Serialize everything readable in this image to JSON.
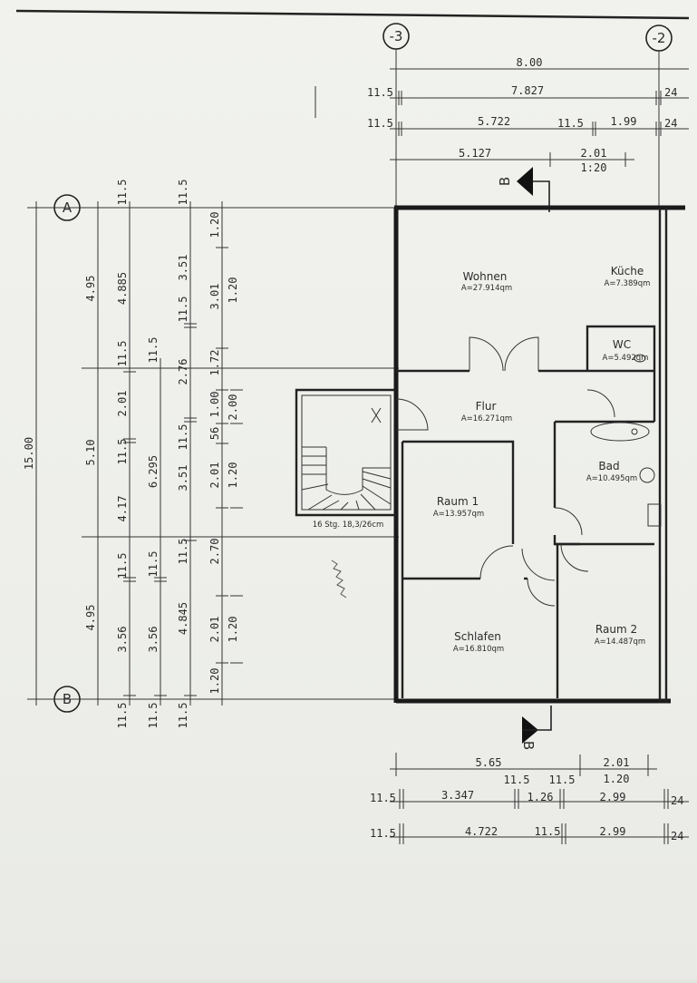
{
  "axes": {
    "top_left": "-3",
    "top_right": "-2",
    "left_top": "A",
    "left_bottom": "B"
  },
  "section_markers": {
    "top": "B",
    "bottom": "B"
  },
  "top_dimensions": {
    "row1_total": "8.00",
    "row2_left": "11.5",
    "row2_main": "7.827",
    "row2_right": "24",
    "row3_left": "11.5",
    "row3_main": "5.722",
    "row3_mid": "11.5",
    "row3_seg": "1.99",
    "row3_right": "24",
    "row4_main": "5.127",
    "row4_opening_w": "2.01",
    "row4_opening_h": "1:20"
  },
  "bottom_dimensions": {
    "row1_main": "5.65",
    "row1_opening_w": "2.01",
    "row1_opening_h": "1.20",
    "row2_a": "11.5",
    "row2_b": "11.5",
    "row3_left": "11.5",
    "row3_a": "3.347",
    "row3_b": "1.26",
    "row3_c": "2.99",
    "row3_right": "24",
    "row4_left": "11.5",
    "row4_a": "4.722",
    "row4_mid": "11.5",
    "row4_c": "2.99",
    "row4_right": "24"
  },
  "left_dimensions": {
    "total": "15.00",
    "c1": [
      "4.95",
      "5.10",
      "4.95"
    ],
    "c2_top": "11.5",
    "c2": [
      "4.885",
      "11.5",
      "2.01",
      "11.5",
      "4.17",
      "11.5",
      "3.56"
    ],
    "c2_bottom": "11.5",
    "c3_top": "11.5",
    "c3": [
      "6.295",
      "11.5",
      "3.56"
    ],
    "c3_bottom": "11.5",
    "c4_top": "11.5",
    "c4": [
      "3.51",
      "11.5",
      "2.76",
      "11.5",
      "3.51",
      "11.5",
      "4.845"
    ],
    "c4_bottom": "11.5",
    "c5": [
      "1.20",
      "3.01",
      "1.72",
      "1.00",
      "56",
      "2.01",
      "2.70",
      "2.01",
      "1.20"
    ],
    "c6": [
      "1.20",
      "2.00",
      "1.20",
      "1.20"
    ]
  },
  "rooms": [
    {
      "name": "Wohnen",
      "area": "A=27.914qm"
    },
    {
      "name": "Küche",
      "area": "A=7.389qm"
    },
    {
      "name": "WC",
      "area": "A=5.492qm"
    },
    {
      "name": "Flur",
      "area": "A=16.271qm"
    },
    {
      "name": "Bad",
      "area": "A=10.495qm"
    },
    {
      "name": "Raum 1",
      "area": "A=13.957qm"
    },
    {
      "name": "Schlafen",
      "area": "A=16.810qm"
    },
    {
      "name": "Raum 2",
      "area": "A=14.487qm"
    }
  ],
  "stairs": {
    "label": "16 Stg. 18,3/26cm"
  }
}
